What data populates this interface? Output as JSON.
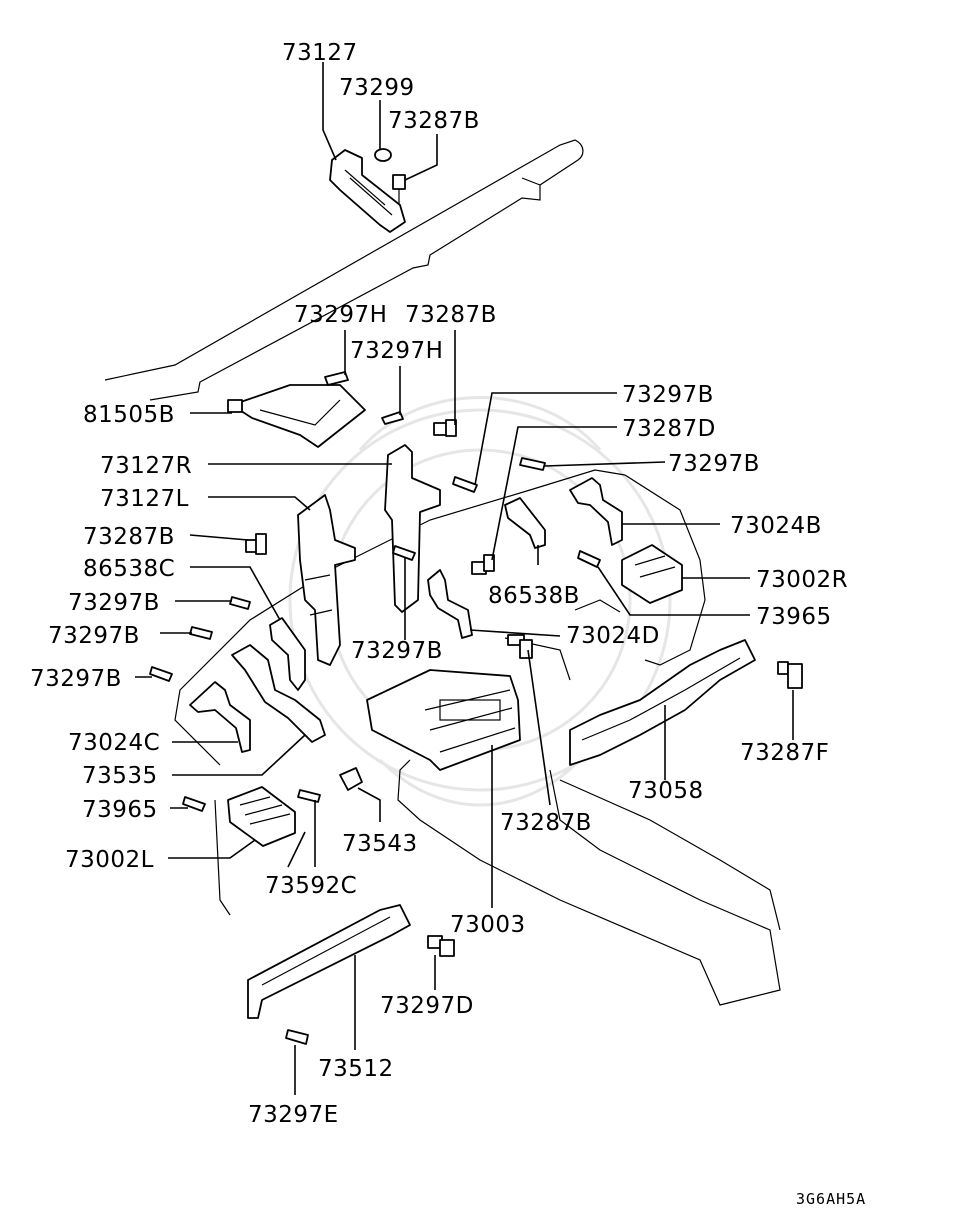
{
  "diagram": {
    "labels": {
      "l73127": "73127",
      "l73299": "73299",
      "l73287B_top": "73287B",
      "l73297H_a": "73297H",
      "l73287B_b": "73287B",
      "l73297H_b": "73297H",
      "l81505B": "81505B",
      "l73297B_r1": "73297B",
      "l73287D": "73287D",
      "l73297B_r2": "73297B",
      "l73127R": "73127R",
      "l73127L": "73127L",
      "l73024B": "73024B",
      "l73287B_l": "73287B",
      "l73002R": "73002R",
      "l86538C": "86538C",
      "l86538B": "86538B",
      "l73965_r": "73965",
      "l73297B_l1": "73297B",
      "l73024D": "73024D",
      "l73297B_l2": "73297B",
      "l73297B_c": "73297B",
      "l73297B_l3": "73297B",
      "l73287F": "73287F",
      "l73024C": "73024C",
      "l73535": "73535",
      "l73058": "73058",
      "l73965_l": "73965",
      "l73287B_c": "73287B",
      "l73543": "73543",
      "l73002L": "73002L",
      "l73592C": "73592C",
      "l73003": "73003",
      "l73297D": "73297D",
      "l73512": "73512",
      "l73297E": "73297E"
    },
    "code": "3G6AH5A"
  }
}
